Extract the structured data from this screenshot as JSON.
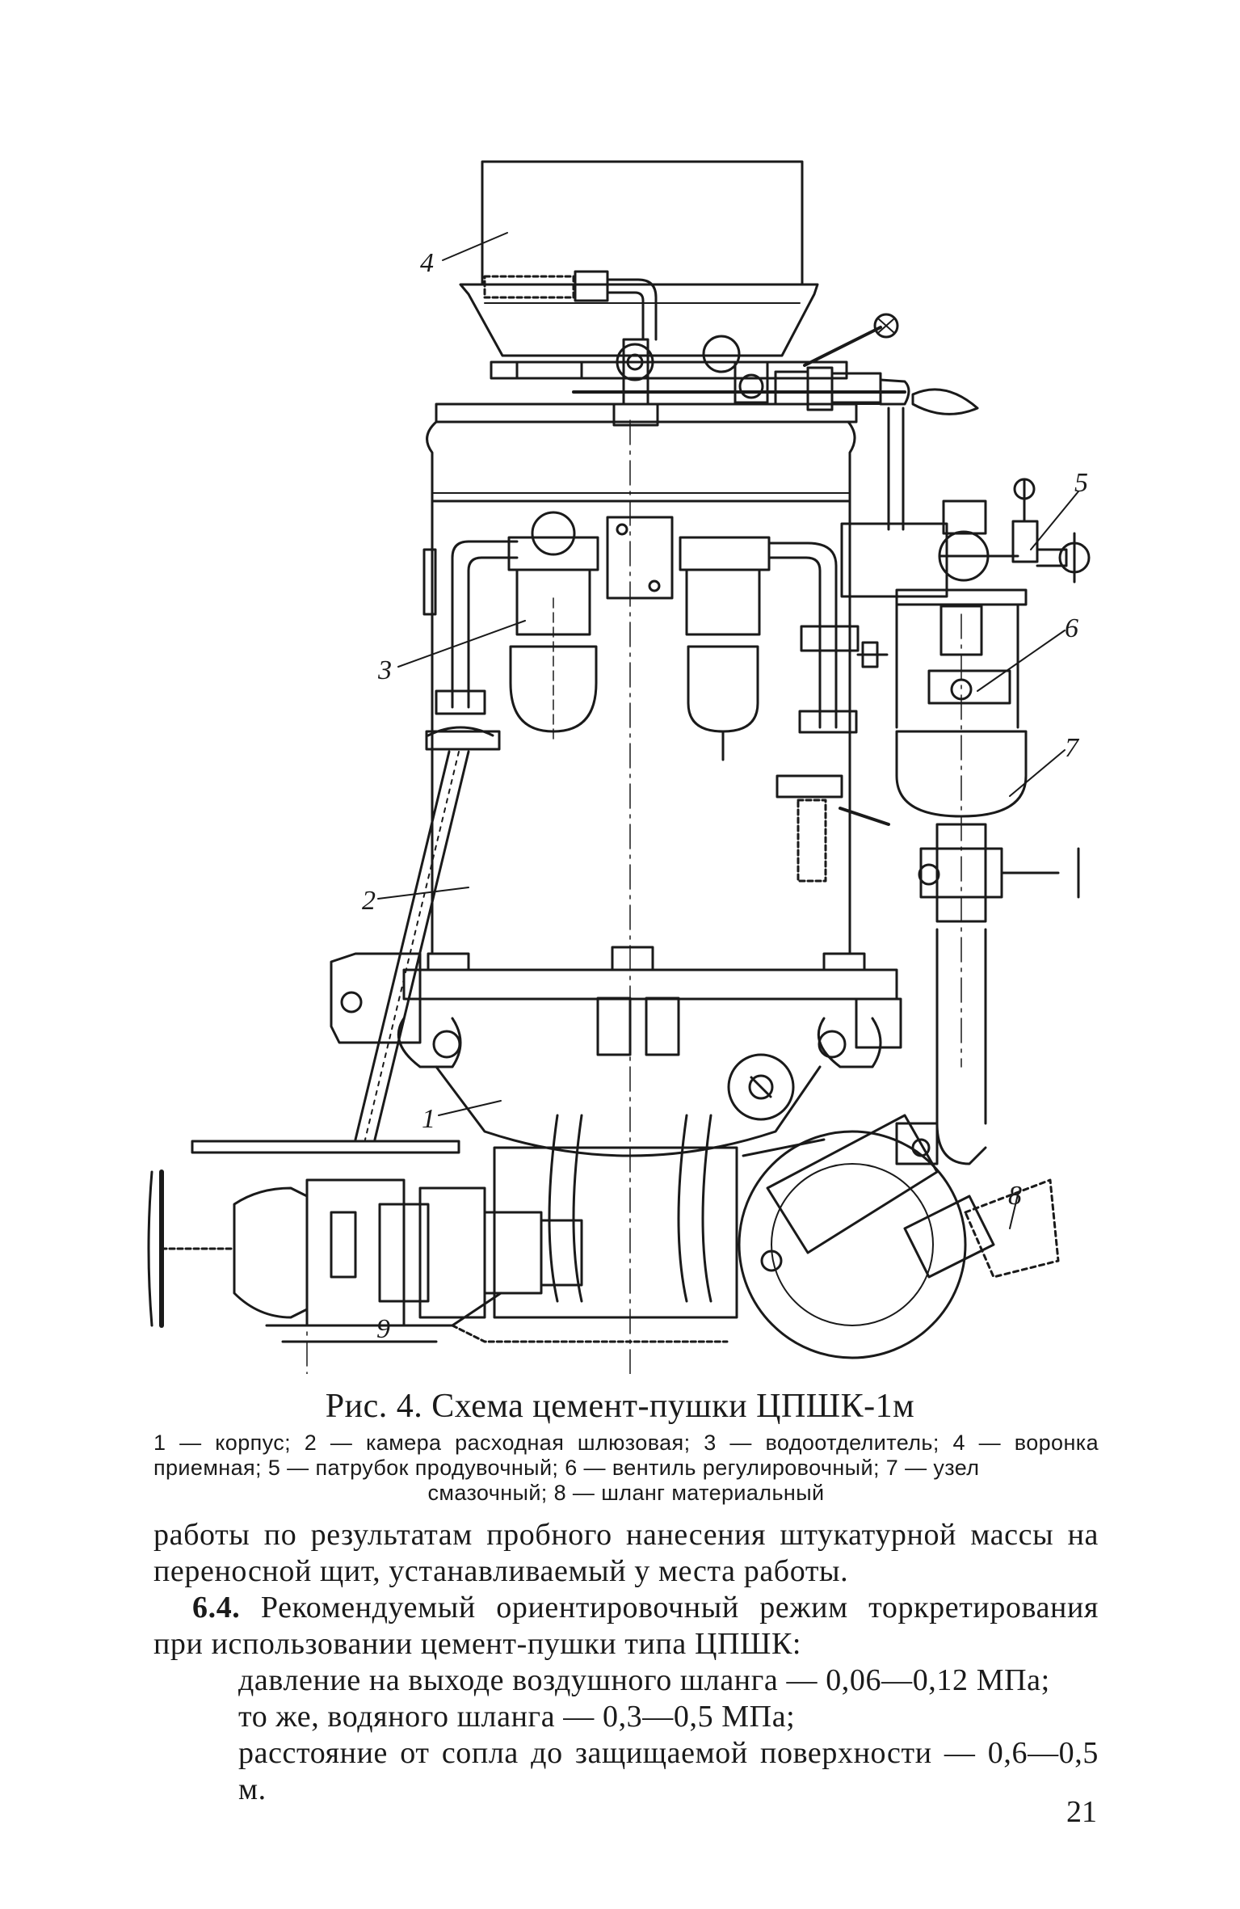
{
  "figure": {
    "callouts": [
      "1",
      "2",
      "3",
      "4",
      "5",
      "6",
      "7",
      "8",
      "9"
    ],
    "caption_title": "Рис. 4. Схема цемент-пушки ЦПШК-1м",
    "legend": [
      "1 — корпус; 2 — камера расходная шлюзовая; 3 — водоотделитель; 4 — воронка",
      "приемная; 5 — патрубок продувочный; 6 — вентиль регулировочный; 7 — узел",
      "смазочный; 8 — шланг материальный"
    ]
  },
  "body": {
    "para1": "работы по результатам пробного нанесения штукатурной массы на переносной щит, устанавливаемый у места работы.",
    "para2_number": "6.4.",
    "para2_text": "Рекомендуемый ориентировочный режим торкретирования при использовании цемент-пушки типа ЦПШК:",
    "items": [
      "давление на выходе воздушного шланга — 0,06—0,12 МПа;",
      "то же, водяного шланга — 0,3—0,5 МПа;",
      "расстояние от сопла до защищаемой поверхности — 0,6—0,5 м."
    ]
  },
  "page_number": "21"
}
